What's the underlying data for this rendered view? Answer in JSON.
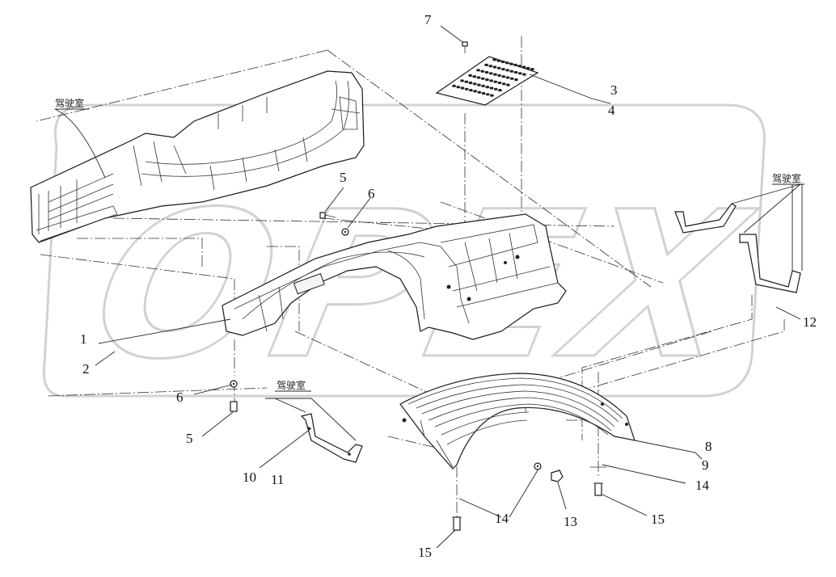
{
  "watermark": {
    "text": "OPEX"
  },
  "corner_mark": "",
  "cab_labels": [
    "驾驶室",
    "驾驶室",
    "驾驶室"
  ],
  "callouts": [
    {
      "id": "c7",
      "text": "7"
    },
    {
      "id": "c3",
      "text": "3"
    },
    {
      "id": "c4",
      "text": "4"
    },
    {
      "id": "c5a",
      "text": "5"
    },
    {
      "id": "c6a",
      "text": "6"
    },
    {
      "id": "c1",
      "text": "1"
    },
    {
      "id": "c2",
      "text": "2"
    },
    {
      "id": "c12",
      "text": "12"
    },
    {
      "id": "c6b",
      "text": "6"
    },
    {
      "id": "c5b",
      "text": "5"
    },
    {
      "id": "c10",
      "text": "10"
    },
    {
      "id": "c11",
      "text": "11"
    },
    {
      "id": "c8",
      "text": "8"
    },
    {
      "id": "c9",
      "text": "9"
    },
    {
      "id": "c14a",
      "text": "14"
    },
    {
      "id": "c14b",
      "text": "14"
    },
    {
      "id": "c13",
      "text": "13"
    },
    {
      "id": "c15a",
      "text": "15"
    },
    {
      "id": "c15b",
      "text": "15"
    }
  ]
}
